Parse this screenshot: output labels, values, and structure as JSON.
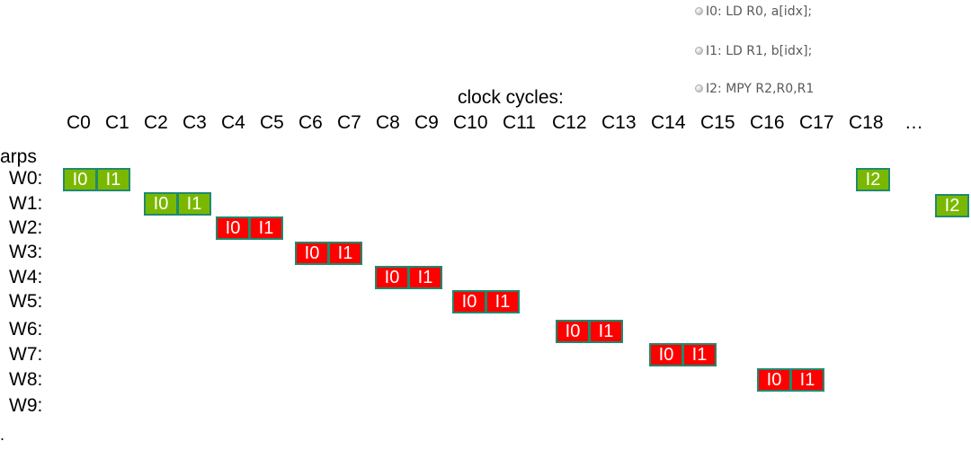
{
  "legend": {
    "items": [
      {
        "label": "I0: LD R0, a[idx];"
      },
      {
        "label": "I1: LD R1, b[idx];"
      },
      {
        "label": "I2: MPY R2,R0,R1"
      }
    ]
  },
  "axis": {
    "title": "clock cycles:",
    "cycles": [
      "C0",
      "C1",
      "C2",
      "C3",
      "C4",
      "C5",
      "C6",
      "C7",
      "C8",
      "C9",
      "C10",
      "C11",
      "C12",
      "C13",
      "C14",
      "C15",
      "C16",
      "C17",
      "C18",
      "…"
    ]
  },
  "warps": {
    "title": "arps",
    "rows": [
      "W0:",
      "W1:",
      "W2:",
      "W3:",
      "W4:",
      "W5:",
      "W6:",
      "W7:",
      "W8:",
      "W9:"
    ]
  },
  "colors": {
    "ready": "#7ab800",
    "stalled": "#ff0000",
    "border": "#1e8a6e"
  },
  "blocks": {
    "w0": {
      "a": "I0",
      "b": "I1",
      "i2": "I2"
    },
    "w1": {
      "a": "I0",
      "b": "I1",
      "i2": "I2"
    },
    "w2": {
      "a": "I0",
      "b": "I1"
    },
    "w3": {
      "a": "I0",
      "b": "I1"
    },
    "w4": {
      "a": "I0",
      "b": "I1"
    },
    "w5": {
      "a": "I0",
      "b": "I1"
    },
    "w6": {
      "a": "I0",
      "b": "I1"
    },
    "w7": {
      "a": "I0",
      "b": "I1"
    },
    "w8": {
      "a": "I0",
      "b": "I1"
    }
  },
  "footer": {
    "dot": "."
  }
}
